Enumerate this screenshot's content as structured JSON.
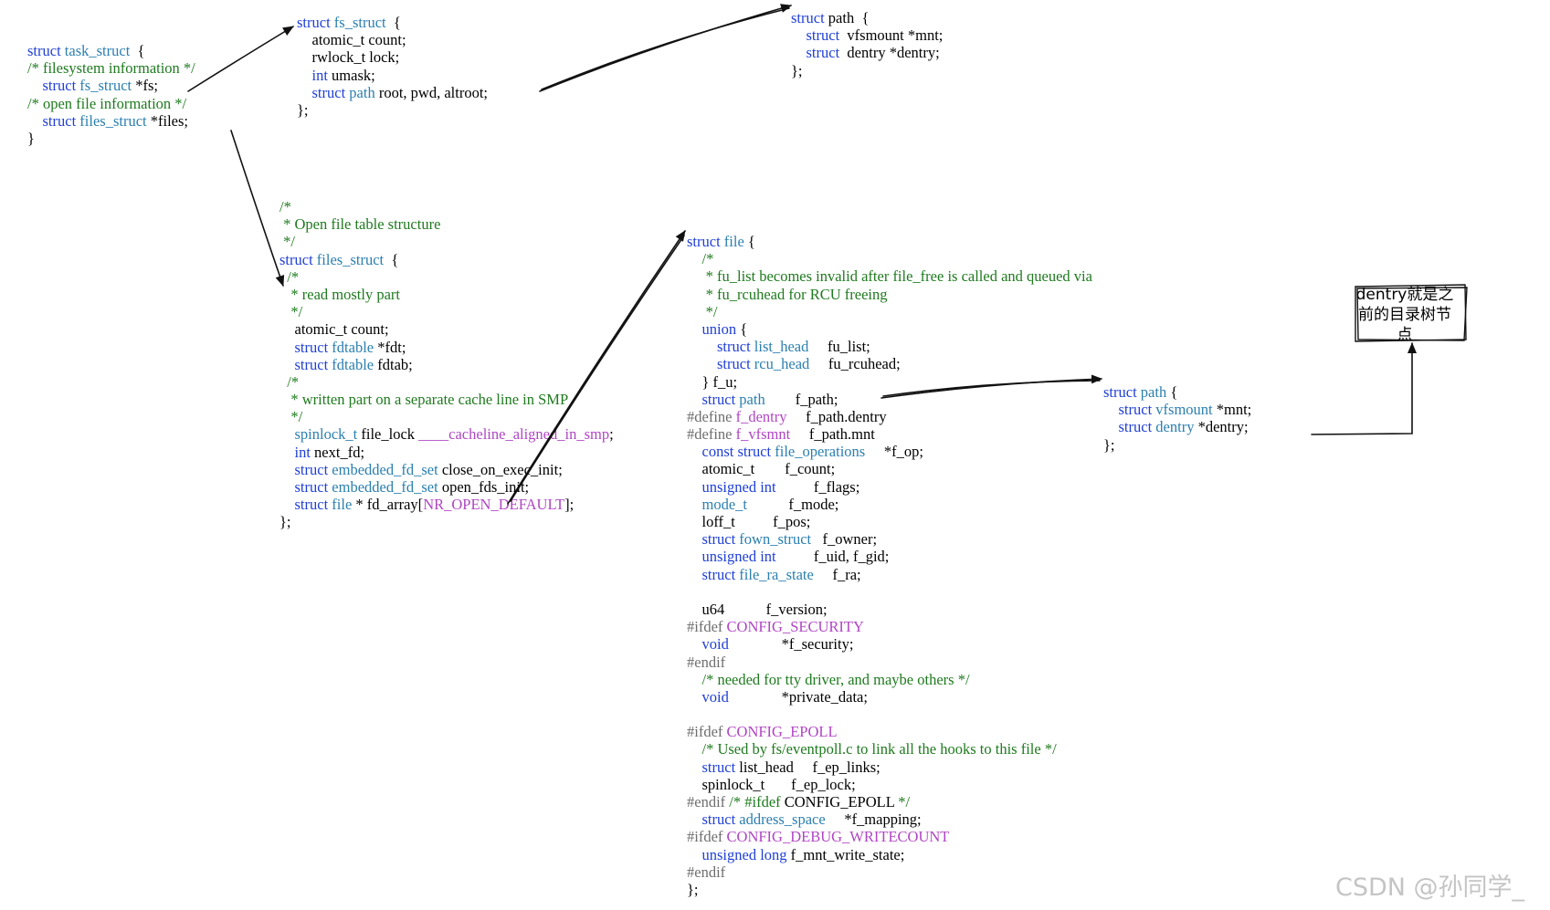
{
  "blocks": [
    {
      "id": "task-struct-block",
      "lines": [
        [
          [
            "kw",
            "struct "
          ],
          [
            "ty",
            "task_struct"
          ],
          [
            "",
            "  {"
          ]
        ],
        [
          [
            "cm",
            "/* filesystem information */"
          ]
        ],
        [
          [
            "",
            "    "
          ],
          [
            "kw",
            "struct "
          ],
          [
            "ty",
            "fs_struct"
          ],
          [
            "",
            " *fs;"
          ]
        ],
        [
          [
            "cm",
            "/* open file information */"
          ]
        ],
        [
          [
            "",
            "    "
          ],
          [
            "kw",
            "struct "
          ],
          [
            "ty",
            "files_struct"
          ],
          [
            "",
            " *files;"
          ]
        ],
        [
          [
            "",
            "}"
          ]
        ]
      ]
    },
    {
      "id": "fs-struct-block",
      "lines": [
        [
          [
            "kw",
            "struct "
          ],
          [
            "ty",
            "fs_struct"
          ],
          [
            "",
            "  {"
          ]
        ],
        [
          [
            "",
            "    atomic_t count;"
          ]
        ],
        [
          [
            "",
            "    rwlock_t lock;"
          ]
        ],
        [
          [
            "",
            "    "
          ],
          [
            "kw",
            "int"
          ],
          [
            "",
            " umask;"
          ]
        ],
        [
          [
            "",
            "    "
          ],
          [
            "kw",
            "struct "
          ],
          [
            "ty",
            "path"
          ],
          [
            "",
            " root, pwd, altroot;"
          ]
        ],
        [
          [
            "",
            "};"
          ]
        ]
      ]
    },
    {
      "id": "path-struct-top-block",
      "lines": [
        [
          [
            "kw",
            "struct "
          ],
          [
            "",
            "path  {"
          ]
        ],
        [
          [
            "",
            "    "
          ],
          [
            "kw",
            "struct "
          ],
          [
            "",
            " vfsmount *mnt;"
          ]
        ],
        [
          [
            "",
            "    "
          ],
          [
            "kw",
            "struct "
          ],
          [
            "",
            " dentry *dentry;"
          ]
        ],
        [
          [
            "",
            "};"
          ]
        ]
      ]
    },
    {
      "id": "files-struct-block",
      "lines": [
        [
          [
            "cm",
            "/*"
          ]
        ],
        [
          [
            "cm",
            " * Open file table structure"
          ]
        ],
        [
          [
            "cm",
            " */"
          ]
        ],
        [
          [
            "kw",
            "struct "
          ],
          [
            "ty",
            "files_struct"
          ],
          [
            "",
            "  {"
          ]
        ],
        [
          [
            "",
            "  "
          ],
          [
            "cm",
            "/*"
          ]
        ],
        [
          [
            "",
            "  "
          ],
          [
            "cm",
            " * read mostly part"
          ]
        ],
        [
          [
            "",
            "  "
          ],
          [
            "cm",
            " */"
          ]
        ],
        [
          [
            "",
            "    atomic_t count;"
          ]
        ],
        [
          [
            "",
            "    "
          ],
          [
            "kw",
            "struct "
          ],
          [
            "ty",
            "fdtable"
          ],
          [
            "",
            " *fdt;"
          ]
        ],
        [
          [
            "",
            "    "
          ],
          [
            "kw",
            "struct "
          ],
          [
            "ty",
            "fdtable"
          ],
          [
            "",
            " fdtab;"
          ]
        ],
        [
          [
            "",
            "  "
          ],
          [
            "cm",
            "/*"
          ]
        ],
        [
          [
            "",
            "  "
          ],
          [
            "cm",
            " * written part on a separate cache line in SMP"
          ]
        ],
        [
          [
            "",
            "  "
          ],
          [
            "cm",
            " */"
          ]
        ],
        [
          [
            "",
            "    "
          ],
          [
            "ty",
            "spinlock_t"
          ],
          [
            "",
            " file_lock "
          ],
          [
            "mc",
            "____cacheline_aligned_in_smp"
          ],
          [
            "",
            ";"
          ]
        ],
        [
          [
            "",
            "    "
          ],
          [
            "kw",
            "int"
          ],
          [
            "",
            " next_fd;"
          ]
        ],
        [
          [
            "",
            "    "
          ],
          [
            "kw",
            "struct "
          ],
          [
            "ty",
            "embedded_fd_set"
          ],
          [
            "",
            " close_on_exec_init;"
          ]
        ],
        [
          [
            "",
            "    "
          ],
          [
            "kw",
            "struct "
          ],
          [
            "ty",
            "embedded_fd_set"
          ],
          [
            "",
            " open_fds_init;"
          ]
        ],
        [
          [
            "",
            "    "
          ],
          [
            "kw",
            "struct "
          ],
          [
            "ty",
            "file"
          ],
          [
            "",
            " * fd_array["
          ],
          [
            "mc",
            "NR_OPEN_DEFAULT"
          ],
          [
            "",
            "];"
          ]
        ],
        [
          [
            "",
            "};"
          ]
        ]
      ]
    },
    {
      "id": "file-struct-block",
      "lines": [
        [
          [
            "kw",
            "struct "
          ],
          [
            "ty",
            "file"
          ],
          [
            "",
            " {"
          ]
        ],
        [
          [
            "",
            "    "
          ],
          [
            "cm",
            "/*"
          ]
        ],
        [
          [
            "",
            "    "
          ],
          [
            "cm",
            " * fu_list becomes invalid after file_free is called and queued via"
          ]
        ],
        [
          [
            "",
            "    "
          ],
          [
            "cm",
            " * fu_rcuhead for RCU freeing"
          ]
        ],
        [
          [
            "",
            "    "
          ],
          [
            "cm",
            " */"
          ]
        ],
        [
          [
            "",
            "    "
          ],
          [
            "kw",
            "union"
          ],
          [
            "",
            " {"
          ]
        ],
        [
          [
            "",
            "        "
          ],
          [
            "kw",
            "struct "
          ],
          [
            "ty",
            "list_head"
          ],
          [
            "",
            "     fu_list;"
          ]
        ],
        [
          [
            "",
            "        "
          ],
          [
            "kw",
            "struct "
          ],
          [
            "ty",
            "rcu_head"
          ],
          [
            "",
            "     fu_rcuhead;"
          ]
        ],
        [
          [
            "",
            "    } f_u;"
          ]
        ],
        [
          [
            "",
            "    "
          ],
          [
            "kw",
            "struct "
          ],
          [
            "ty",
            "path"
          ],
          [
            "",
            "        f_path;"
          ]
        ],
        [
          [
            "pp",
            "#define "
          ],
          [
            "mc",
            "f_dentry"
          ],
          [
            "",
            "     f_path.dentry"
          ]
        ],
        [
          [
            "pp",
            "#define "
          ],
          [
            "mc",
            "f_vfsmnt"
          ],
          [
            "",
            "     f_path.mnt"
          ]
        ],
        [
          [
            "",
            "    "
          ],
          [
            "kw",
            "const struct "
          ],
          [
            "ty",
            "file_operations"
          ],
          [
            "",
            "     *f_op;"
          ]
        ],
        [
          [
            "",
            "    atomic_t        f_count;"
          ]
        ],
        [
          [
            "",
            "    "
          ],
          [
            "kw",
            "unsigned int"
          ],
          [
            "",
            "          f_flags;"
          ]
        ],
        [
          [
            "",
            "    "
          ],
          [
            "ty",
            "mode_t"
          ],
          [
            "",
            "           f_mode;"
          ]
        ],
        [
          [
            "",
            "    loff_t          f_pos;"
          ]
        ],
        [
          [
            "",
            "    "
          ],
          [
            "kw",
            "struct "
          ],
          [
            "ty",
            "fown_struct"
          ],
          [
            "",
            "   f_owner;"
          ]
        ],
        [
          [
            "",
            "    "
          ],
          [
            "kw",
            "unsigned int"
          ],
          [
            "",
            "          f_uid, f_gid;"
          ]
        ],
        [
          [
            "",
            "    "
          ],
          [
            "kw",
            "struct "
          ],
          [
            "ty",
            "file_ra_state"
          ],
          [
            "",
            "     f_ra;"
          ]
        ],
        [
          [
            "",
            ""
          ]
        ],
        [
          [
            "",
            "    u64           f_version;"
          ]
        ],
        [
          [
            "pp",
            "#ifdef "
          ],
          [
            "mc",
            "CONFIG_SECURITY"
          ]
        ],
        [
          [
            "",
            "    "
          ],
          [
            "kw",
            "void"
          ],
          [
            "",
            "              *f_security;"
          ]
        ],
        [
          [
            "pp",
            "#endif"
          ]
        ],
        [
          [
            "",
            "    "
          ],
          [
            "cm",
            "/* needed for tty driver, and maybe others */"
          ]
        ],
        [
          [
            "",
            "    "
          ],
          [
            "kw",
            "void"
          ],
          [
            "",
            "              *private_data;"
          ]
        ],
        [
          [
            "",
            ""
          ]
        ],
        [
          [
            "pp",
            "#ifdef "
          ],
          [
            "mc",
            "CONFIG_EPOLL"
          ]
        ],
        [
          [
            "",
            "    "
          ],
          [
            "cm",
            "/* Used by fs/eventpoll.c to link all the hooks to this file */"
          ]
        ],
        [
          [
            "",
            "    "
          ],
          [
            "kw",
            "struct"
          ],
          [
            "",
            " list_head     f_ep_links;"
          ]
        ],
        [
          [
            "",
            "    spinlock_t       f_ep_lock;"
          ]
        ],
        [
          [
            "pp",
            "#endif "
          ],
          [
            "cm",
            "/* #ifdef "
          ],
          [
            "",
            "CONFIG_EPOLL"
          ],
          [
            "cm",
            " */"
          ]
        ],
        [
          [
            "",
            "    "
          ],
          [
            "kw",
            "struct "
          ],
          [
            "ty",
            "address_space"
          ],
          [
            "",
            "     *f_mapping;"
          ]
        ],
        [
          [
            "pp",
            "#ifdef "
          ],
          [
            "mc",
            "CONFIG_DEBUG_WRITECOUNT"
          ]
        ],
        [
          [
            "",
            "    "
          ],
          [
            "kw",
            "unsigned long"
          ],
          [
            "",
            " f_mnt_write_state;"
          ]
        ],
        [
          [
            "pp",
            "#endif"
          ]
        ],
        [
          [
            "",
            "};"
          ]
        ]
      ]
    },
    {
      "id": "path-struct-right-block",
      "lines": [
        [
          [
            "kw",
            "struct "
          ],
          [
            "ty",
            "path"
          ],
          [
            "",
            " {"
          ]
        ],
        [
          [
            "",
            "    "
          ],
          [
            "kw",
            "struct "
          ],
          [
            "ty",
            "vfsmount"
          ],
          [
            "",
            " *mnt;"
          ]
        ],
        [
          [
            "",
            "    "
          ],
          [
            "kw",
            "struct "
          ],
          [
            "ty",
            "dentry"
          ],
          [
            "",
            " *dentry;"
          ]
        ],
        [
          [
            "",
            "};"
          ]
        ]
      ]
    }
  ],
  "note": "dentry就是之前的目录树节点",
  "watermark": "CSDN @孙同学_"
}
